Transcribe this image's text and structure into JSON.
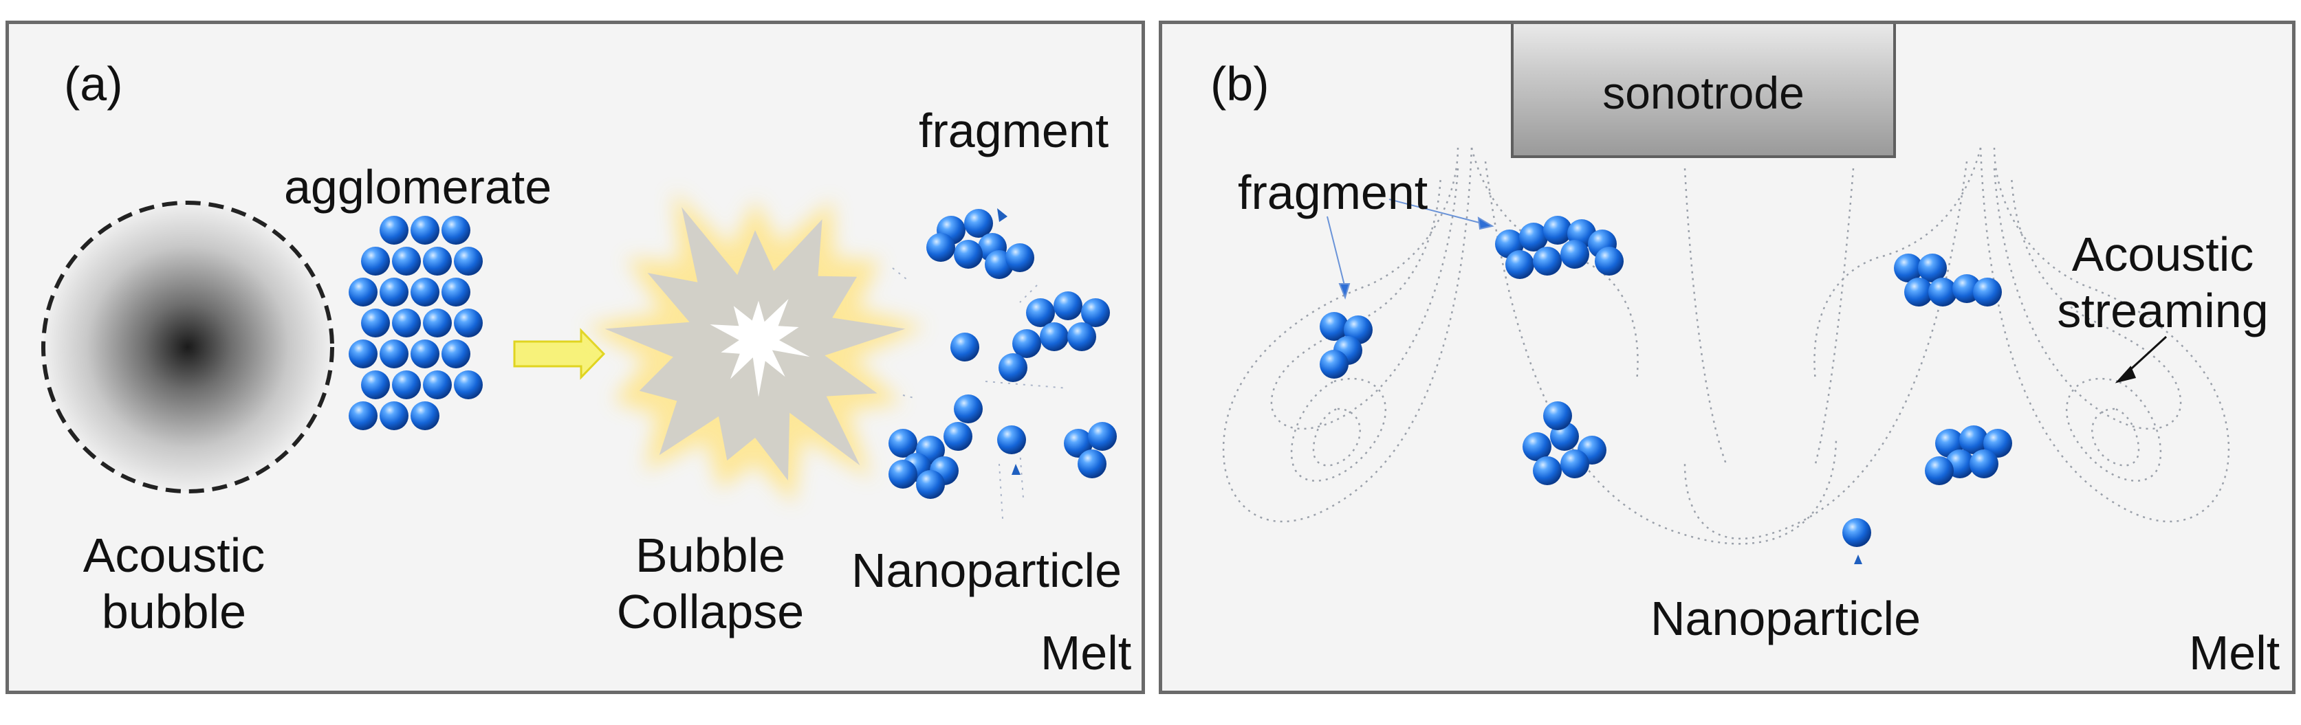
{
  "panel_a": {
    "tag": "(a)",
    "bubble_label_line1": "Acoustic",
    "bubble_label_line2": "bubble",
    "agglomerate_label": "agglomerate",
    "collapse_label_line1": "Bubble",
    "collapse_label_line2": "Collapse",
    "fragment_label": "fragment",
    "nanoparticle_label": "Nanoparticle",
    "melt_label": "Melt",
    "arrow_color": "#f7f27a",
    "particle_color": "#1e6fe0"
  },
  "panel_b": {
    "tag": "(b)",
    "sonotrode_label": "sonotrode",
    "fragment_label": "fragment",
    "streaming_label_line1": "Acoustic",
    "streaming_label_line2": "streaming",
    "nanoparticle_label": "Nanoparticle",
    "melt_label": "Melt"
  }
}
